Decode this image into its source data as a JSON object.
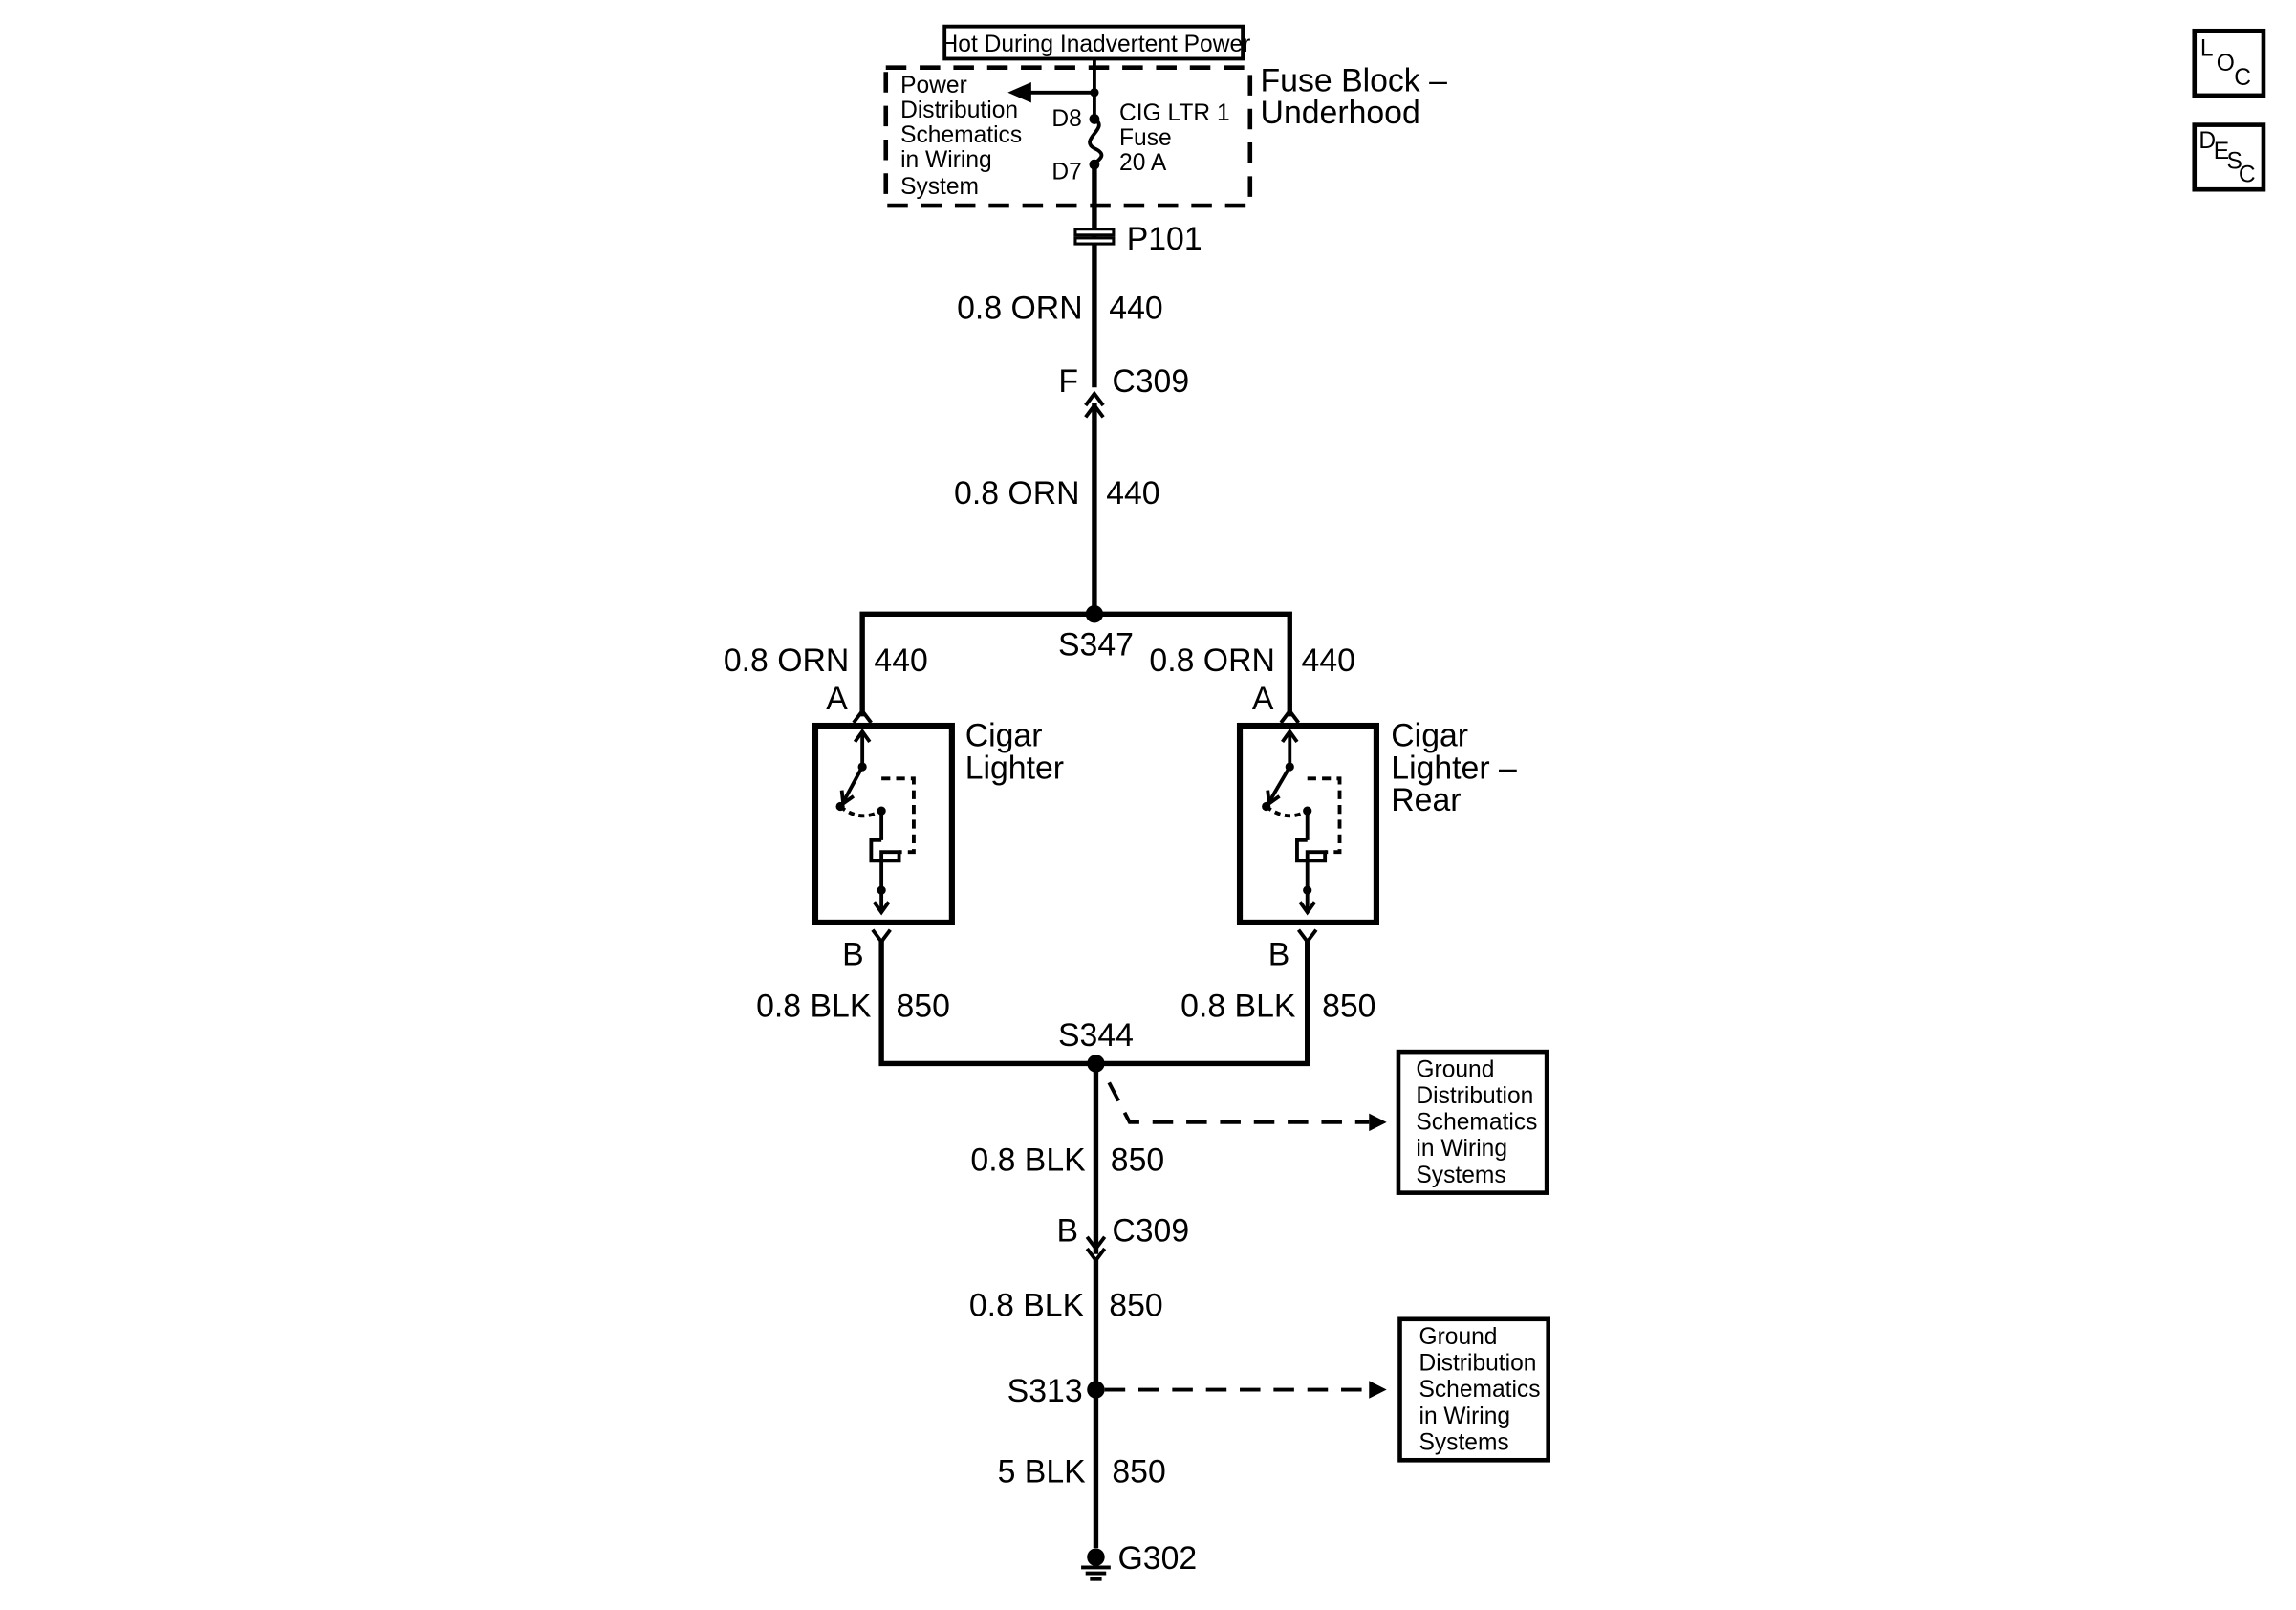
{
  "header": {
    "hot_label": "Hot During Inadvertent Power"
  },
  "fuse_block": {
    "name_line1": "Fuse Block –",
    "name_line2": "Underhood",
    "power_ref_lines": [
      "Power",
      "Distribution",
      "Schematics",
      "in Wiring",
      "System"
    ],
    "pin_top": "D8",
    "pin_bottom": "D7",
    "fuse_lines": [
      "CIG LTR 1",
      "Fuse",
      "20 A"
    ]
  },
  "connectors": {
    "p101": "P101",
    "c309": "C309",
    "c309_pin_f": "F",
    "c309_pin_b": "B",
    "pin_a": "A",
    "pin_b": "B"
  },
  "wires": {
    "orn_size": "0.8 ORN",
    "orn_circuit": "440",
    "blk_size": "0.8 BLK",
    "blk_circuit": "850",
    "ground_size": "5 BLK"
  },
  "splices": {
    "s347": "S347",
    "s344": "S344",
    "s313": "S313"
  },
  "ground": "G302",
  "components": {
    "front_lines": [
      "Cigar",
      "Lighter"
    ],
    "rear_lines": [
      "Cigar",
      "Lighter –",
      "Rear"
    ]
  },
  "ground_refs": [
    "Ground",
    "Distribution",
    "Schematics",
    "in Wiring",
    "Systems"
  ],
  "side_buttons": {
    "loc": [
      "L",
      "O",
      "C"
    ],
    "desc": [
      "D",
      "E",
      "S",
      "C"
    ]
  }
}
